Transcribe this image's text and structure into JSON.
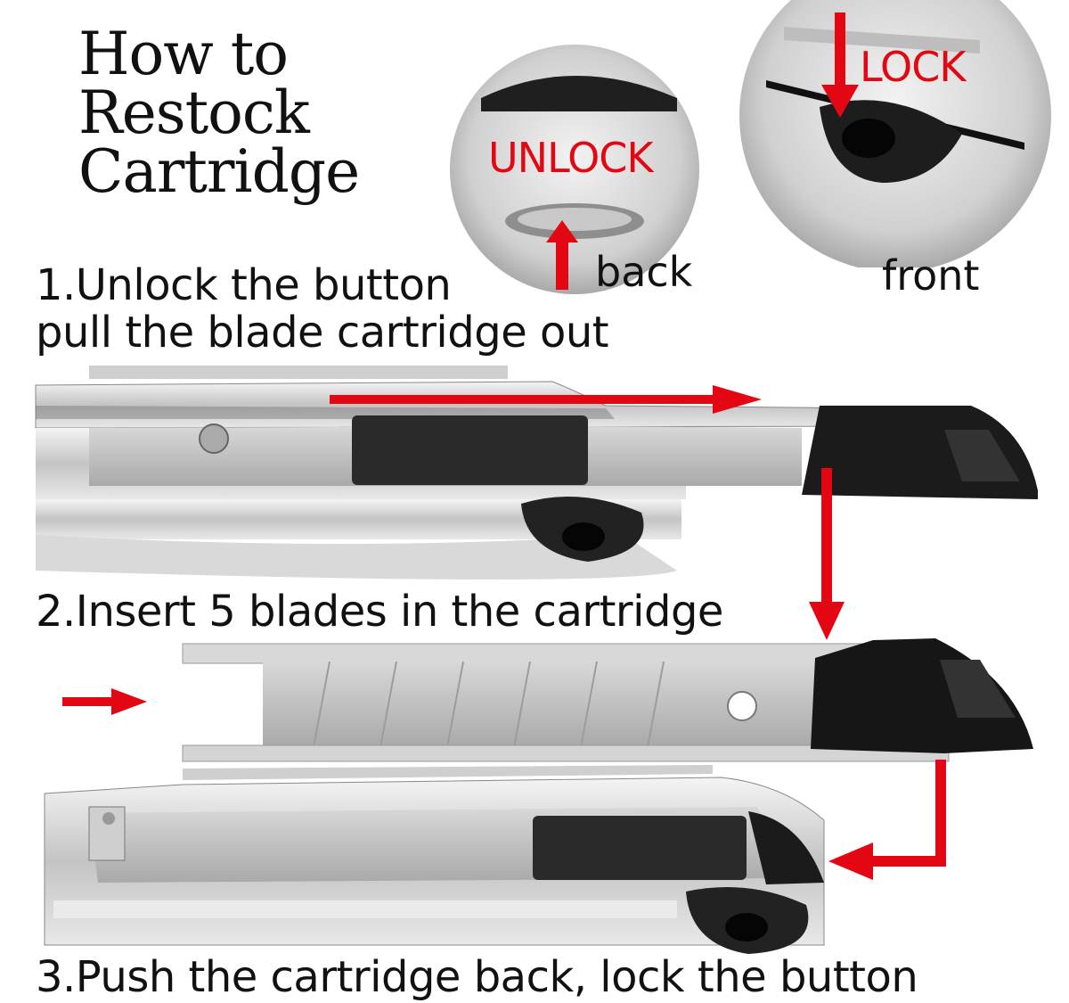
{
  "title": {
    "line1": "How to",
    "line2": "Restock",
    "line3": "Cartridge"
  },
  "closeups": {
    "back": {
      "label": "UNLOCK",
      "caption": "back"
    },
    "front": {
      "label": "LOCK",
      "caption": "front"
    }
  },
  "steps": {
    "step1_line1": "1.Unlock the button",
    "step1_line2": "pull the blade cartridge out",
    "step2": "2.Insert 5 blades in the cartridge",
    "step3": "3.Push the cartridge back, lock the button"
  },
  "colors": {
    "accent": "#e30613",
    "metal": "#c9c9c9",
    "plastic": "#222222"
  }
}
